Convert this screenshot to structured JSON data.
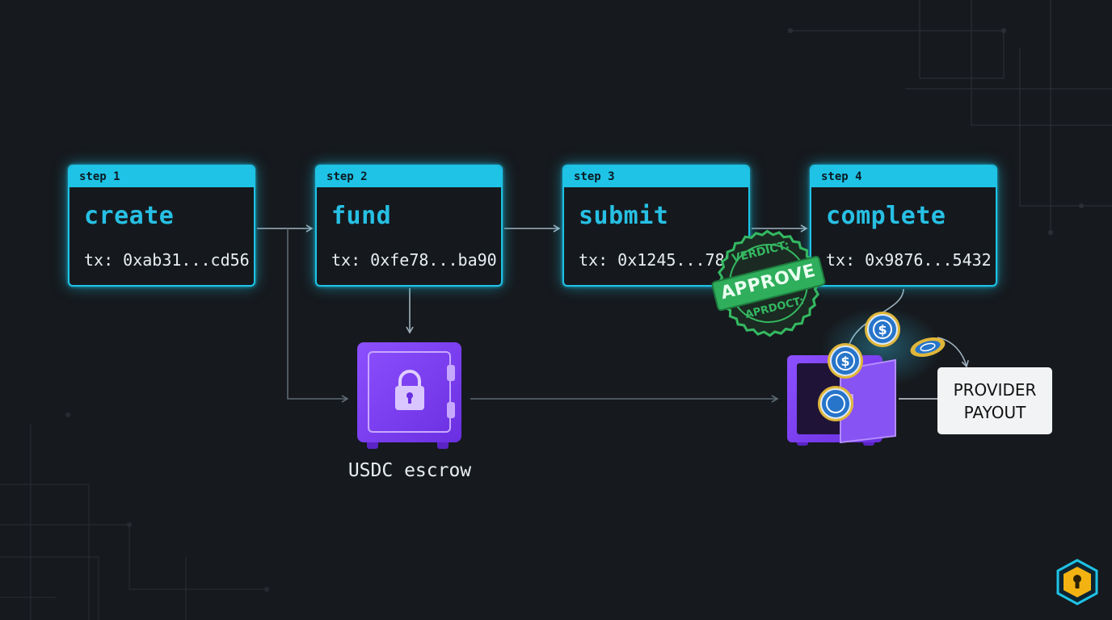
{
  "steps": [
    {
      "header": "step 1",
      "title": "create",
      "tx": "tx: 0xab31...cd56"
    },
    {
      "header": "step 2",
      "title": "fund",
      "tx": "tx: 0xfe78...ba90"
    },
    {
      "header": "step 3",
      "title": "submit",
      "tx": "tx: 0x1245...7890"
    },
    {
      "header": "step 4",
      "title": "complete",
      "tx": "tx: 0x9876...5432"
    }
  ],
  "escrow": {
    "label": "USDC escrow"
  },
  "stamp": {
    "top_text": "VERDICT:",
    "main_text": "APPROVE",
    "bottom_text": "APRDOCT:"
  },
  "payout": {
    "line1": "PROVIDER",
    "line2": "PAYOUT"
  },
  "colors": {
    "background": "#16191d",
    "accent_cyan": "#1ec3e6",
    "vault_purple": "#7c3ff0",
    "stamp_green": "#2fae5c",
    "coin_blue": "#2775ca",
    "logo_yellow": "#f2b312"
  },
  "icons": {
    "vault": "padlock-safe-icon",
    "coin": "usdc-coin-icon",
    "logo": "hexagon-keyhole-logo"
  }
}
